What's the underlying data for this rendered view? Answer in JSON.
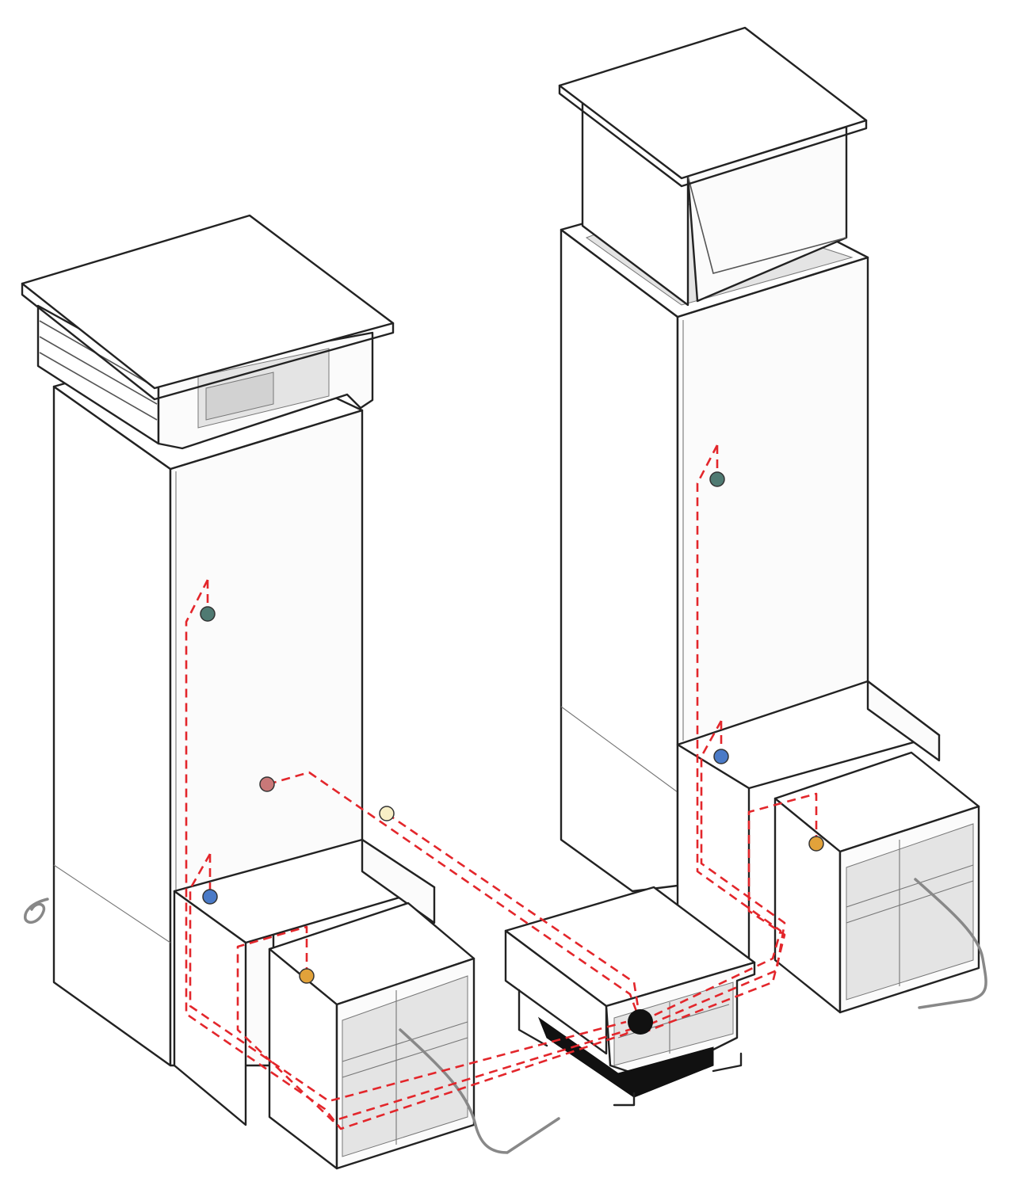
{
  "colors": {
    "outline": "#222222",
    "duct_route": "#e3262b",
    "sensor_teal": "#4f7a72",
    "sensor_blue": "#4a7ac7",
    "sensor_orange": "#e2a23a",
    "sensor_rose": "#c97878",
    "sensor_cream": "#f7efc6",
    "junction_black": "#111111",
    "pipe_grey": "#888888"
  },
  "icons": {
    "left_tower": "ventilation-tower-icon",
    "right_tower": "ventilation-tower-icon",
    "junction": "junction-hub-icon",
    "sensor": "sensor-dot-icon"
  },
  "nodes": [
    {
      "id": "left-tower-upper",
      "color_key": "sensor_teal"
    },
    {
      "id": "left-tower-lower",
      "color_key": "sensor_blue"
    },
    {
      "id": "left-unit",
      "color_key": "sensor_orange"
    },
    {
      "id": "left-tower-mid",
      "color_key": "sensor_rose"
    },
    {
      "id": "left-tower-edge",
      "color_key": "sensor_cream"
    },
    {
      "id": "right-tower-upper",
      "color_key": "sensor_teal"
    },
    {
      "id": "right-tower-lower",
      "color_key": "sensor_blue"
    },
    {
      "id": "right-unit",
      "color_key": "sensor_orange"
    },
    {
      "id": "central-junction",
      "color_key": "junction_black"
    }
  ]
}
